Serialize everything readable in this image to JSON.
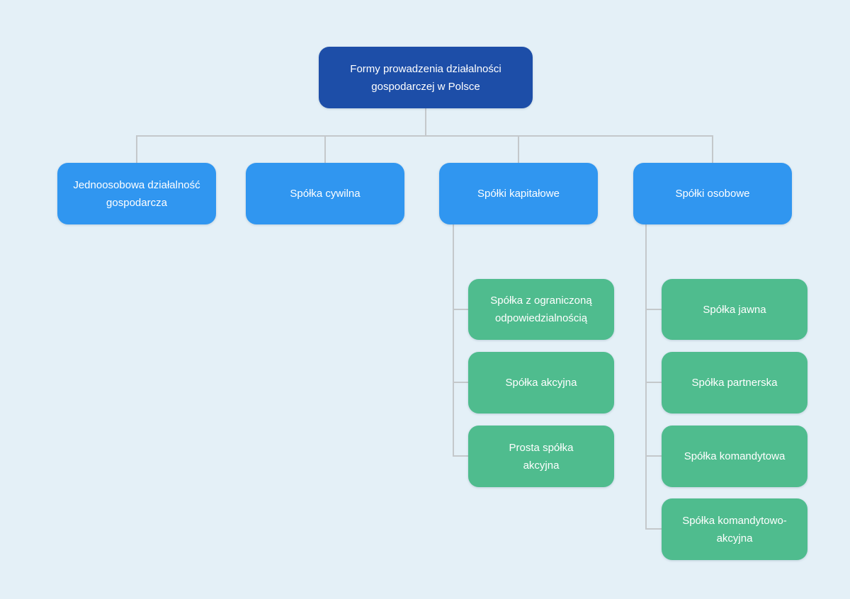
{
  "diagram": {
    "title": "Formy prowadzenia działalności gospodarczej w Polsce",
    "root": {
      "label": "Formy prowadzenia działalności gospodarczej w Polsce"
    },
    "level2": [
      {
        "label": "Jednoosobowa działalność gospodarcza"
      },
      {
        "label": "Spółka cywilna"
      },
      {
        "label": "Spółki kapitałowe"
      },
      {
        "label": "Spółki osobowe"
      }
    ],
    "kapitalowe_children": [
      {
        "label": "Spółka z ograniczoną odpowiedzialnością"
      },
      {
        "label": "Spółka akcyjna"
      },
      {
        "label": "Prosta spółka akcyjna"
      }
    ],
    "osobowe_children": [
      {
        "label": "Spółka jawna"
      },
      {
        "label": "Spółka partnerska"
      },
      {
        "label": "Spółka komandytowa"
      },
      {
        "label": "Spółka komandytowo-akcyjna"
      }
    ],
    "colors": {
      "background": "#e4f0f7",
      "root_box": "#1d4ea8",
      "branch_box": "#3096f0",
      "leaf_box": "#4fbc8e",
      "connector": "#c4c8cb",
      "text": "#ffffff"
    }
  }
}
